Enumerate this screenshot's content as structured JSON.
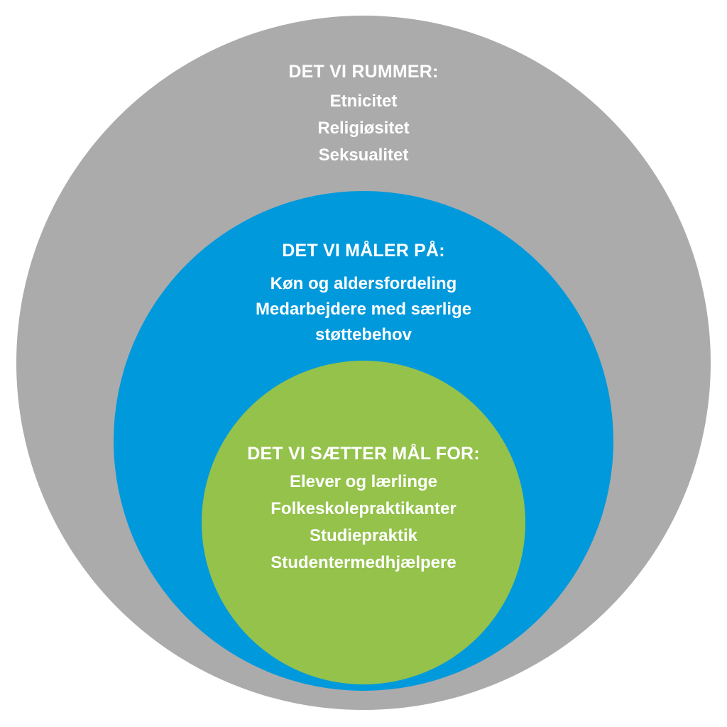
{
  "colors": {
    "outer": "#ababab",
    "middle": "#0099dc",
    "inner": "#94c24b",
    "text": "#ffffff"
  },
  "outer": {
    "heading": "DET VI RUMMER:",
    "items": [
      "Etnicitet",
      "Religiøsitet",
      "Seksualitet"
    ]
  },
  "middle": {
    "heading": "DET VI MÅLER PÅ:",
    "items": [
      "Køn og aldersfordeling",
      "Medarbejdere med særlige støttebehov"
    ]
  },
  "inner": {
    "heading": "DET VI SÆTTER MÅL FOR:",
    "items": [
      "Elever og lærlinge",
      "Folkeskolepraktikanter",
      "Studiepraktik",
      "Studentermedhjælpere"
    ]
  }
}
